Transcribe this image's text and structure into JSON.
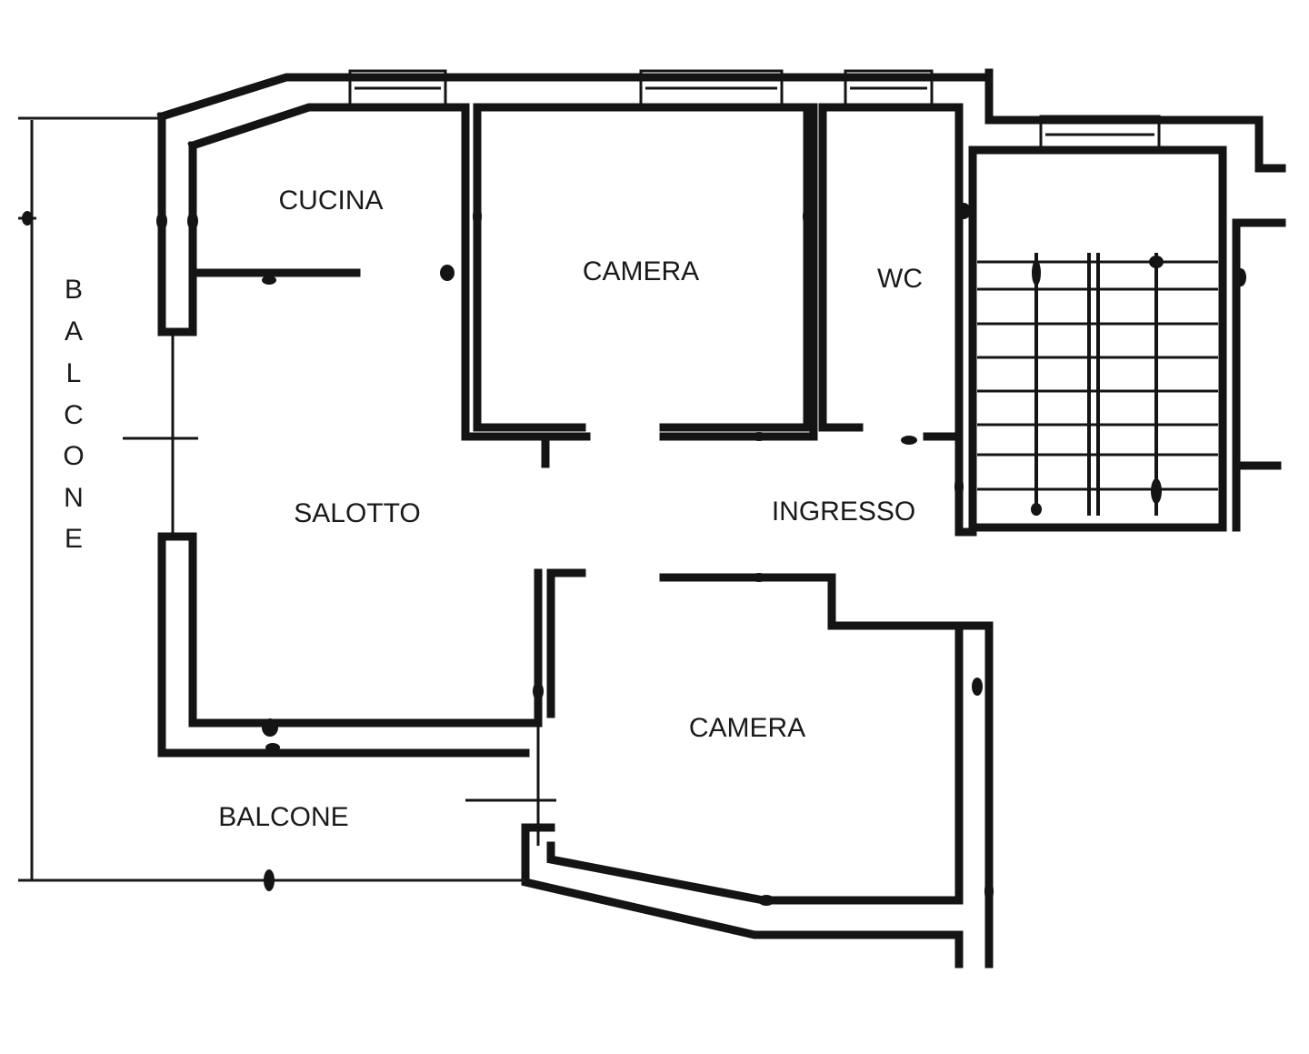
{
  "rooms": {
    "cucina": "CUCINA",
    "camera_top": "CAMERA",
    "wc": "WC",
    "salotto": "SALOTTO",
    "ingresso": "INGRESSO",
    "camera_bottom": "CAMERA",
    "balcone_bottom": "BALCONE"
  },
  "balcone_side_letters": [
    "B",
    "A",
    "L",
    "C",
    "O",
    "N",
    "E"
  ]
}
